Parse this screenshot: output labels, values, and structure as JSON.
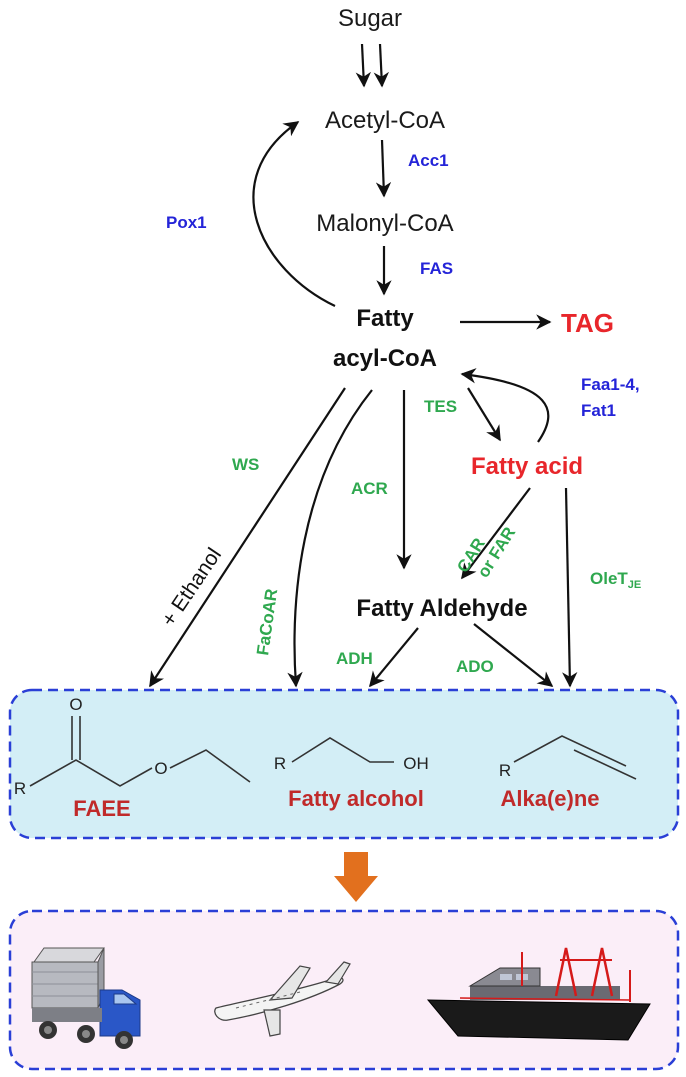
{
  "nodes": {
    "sugar": "Sugar",
    "acetyl_coa": "Acetyl-CoA",
    "malonyl_coa": "Malonyl-CoA",
    "fatty_acyl_coa_1": "Fatty",
    "fatty_acyl_coa_2": "acyl-CoA",
    "tag": "TAG",
    "fatty_acid": "Fatty acid",
    "fatty_aldehyde": "Fatty Aldehyde"
  },
  "enzymes": {
    "acc1": "Acc1",
    "fas": "FAS",
    "pox1": "Pox1",
    "faa_1": "Faa1-4,",
    "faa_2": "Fat1",
    "tes": "TES",
    "ws": "WS",
    "acr": "ACR",
    "car_1": "CAR",
    "car_2": "or FAR",
    "facoar": "FaCoAR",
    "olet": "OleT",
    "olet_sub": "JE",
    "adh": "ADH",
    "ado": "ADO"
  },
  "labels": {
    "ethanol": "+ Ethanol"
  },
  "products": {
    "faee": "FAEE",
    "fatty_alcohol": "Fatty alcohol",
    "alkene": "Alka(e)ne"
  },
  "atoms": {
    "o_carbonyl": "O",
    "o_ester": "O",
    "r1": "R",
    "r2": "R",
    "oh": "OH",
    "r3": "R"
  },
  "icons": [
    "truck-icon",
    "airplane-icon",
    "ship-icon"
  ],
  "colors": {
    "enzyme_blue": "#2424d8",
    "enzyme_green": "#2fa84f",
    "highlight_red": "#e8262b",
    "product_red": "#c02a2a",
    "box_border": "#2a3fd6",
    "product_box_fill": "#d3eef6",
    "use_box_fill": "#fbeef8",
    "down_arrow": "#e2701e"
  }
}
